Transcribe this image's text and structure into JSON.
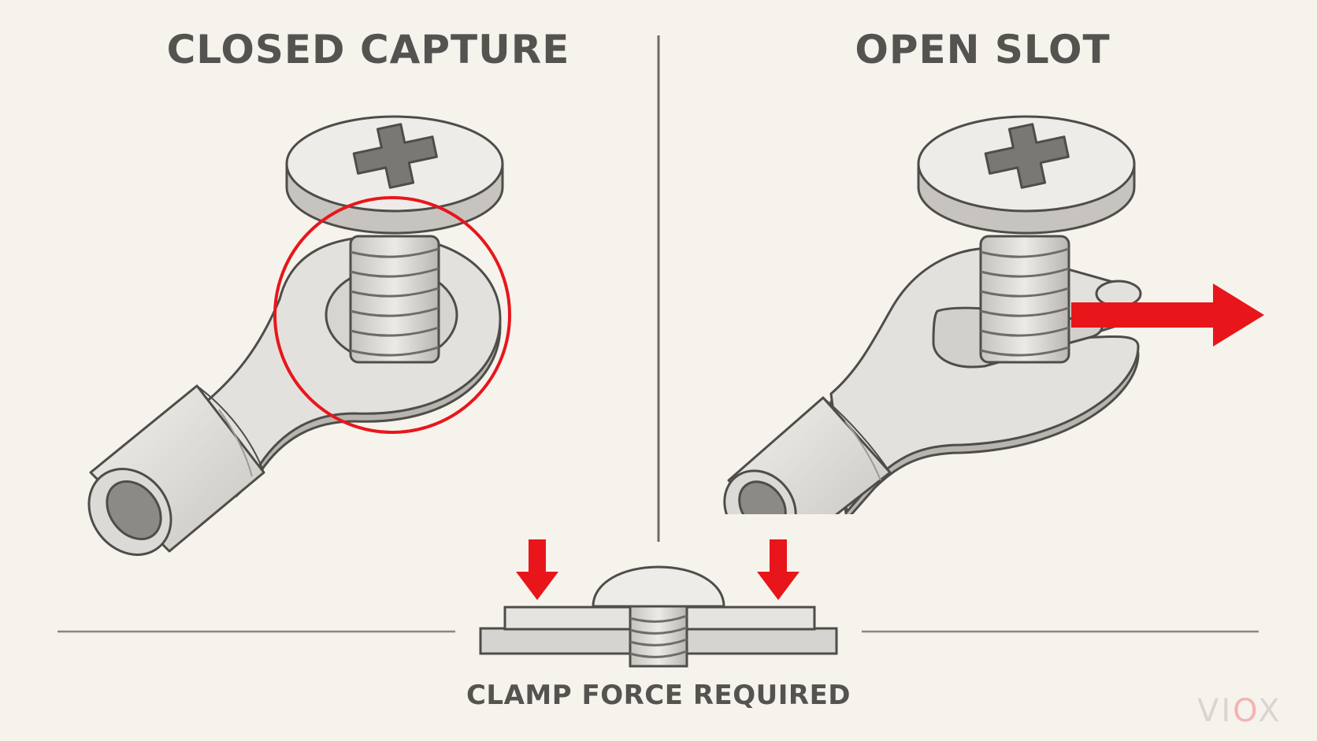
{
  "panels": {
    "left": {
      "title": "CLOSED CAPTURE"
    },
    "right": {
      "title": "OPEN SLOT"
    }
  },
  "bottom": {
    "caption": "CLAMP FORCE REQUIRED"
  },
  "brand": {
    "prefix": "VI",
    "highlight": "O",
    "suffix": "X"
  },
  "colors": {
    "background": "#f6f3ed",
    "ink": "#555350",
    "metal": "#e2e0dc",
    "metal_shade": "#bdbab5",
    "recess": "#8c8a86",
    "accent_red": "#e8161b",
    "brand_grey": "#d9d6d1",
    "brand_red": "#f3b4b2"
  },
  "icons": {
    "left": [
      "screw-icon",
      "ring-terminal-icon",
      "capture-circle-icon"
    ],
    "right": [
      "screw-icon",
      "fork-terminal-icon",
      "slide-out-arrow-icon"
    ],
    "bottom": [
      "clamp-down-arrow-icon",
      "clamped-screw-section-icon"
    ]
  }
}
